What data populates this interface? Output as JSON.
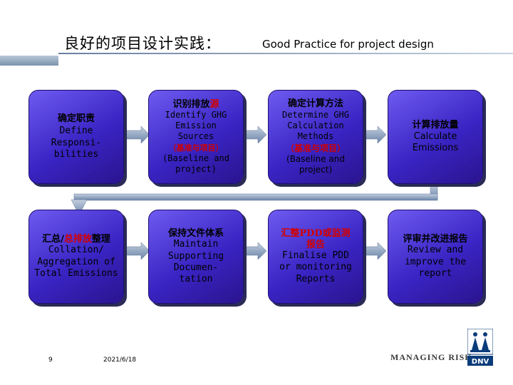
{
  "title": {
    "chinese": "良好的项目设计实践：",
    "english": "Good Practice for project design"
  },
  "boxes": [
    {
      "cn": "确定职责",
      "en": "Define Responsi-bilities",
      "note_cn": "",
      "note_tail": ""
    },
    {
      "cn": "识别排放",
      "cn_red": "源",
      "en": "Identify GHG Emission Sources",
      "note": "（基准与项目）",
      "en2": "(Baseline and project)"
    },
    {
      "cn": "确定计算方法",
      "en": "Determine GHG Calculation Methods",
      "note": "（基准与项目）",
      "en2": "(Baseline and project)"
    },
    {
      "cn": "计算排放量",
      "en": "Calculate Emissions"
    },
    {
      "cn_pre": "汇总/",
      "cn_red": "总排放",
      "cn_post": "整理",
      "en": "Collation/ Aggregation of Total Emissions"
    },
    {
      "cn": "保持文件体系",
      "en": "Maintain Supporting Documen-tation"
    },
    {
      "cn_red_full": "汇整PDD或监测报告",
      "en": "Finalise PDD or monitoring Reports"
    },
    {
      "cn": "评审并改进报告",
      "en": "Review and improve the report"
    }
  ],
  "footer": {
    "page": "9",
    "date": "2021/6/18",
    "tagline": "MANAGING RISK",
    "logo_text": "DNV"
  },
  "colors": {
    "box": "#4a34d8",
    "arrow": "#6b84a8",
    "red": "#d30000"
  }
}
